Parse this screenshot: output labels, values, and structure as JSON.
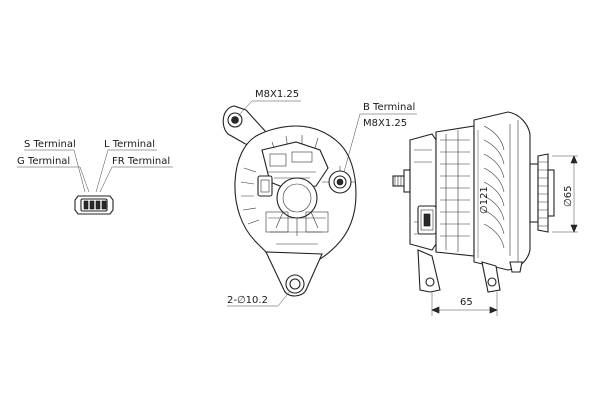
{
  "labels": {
    "s_terminal": "S Terminal",
    "l_terminal": "L Terminal",
    "g_terminal": "G Terminal",
    "fr_terminal": "FR Terminal",
    "thread_top": "M8X1.25",
    "b_terminal": "B Terminal",
    "b_thread": "M8X1.25",
    "mount_holes": "2-∅10.2",
    "body_diameter": "∅121",
    "pulley_diameter": "∅65",
    "length": "65"
  },
  "colors": {
    "line": "#222222",
    "background": "#ffffff"
  }
}
